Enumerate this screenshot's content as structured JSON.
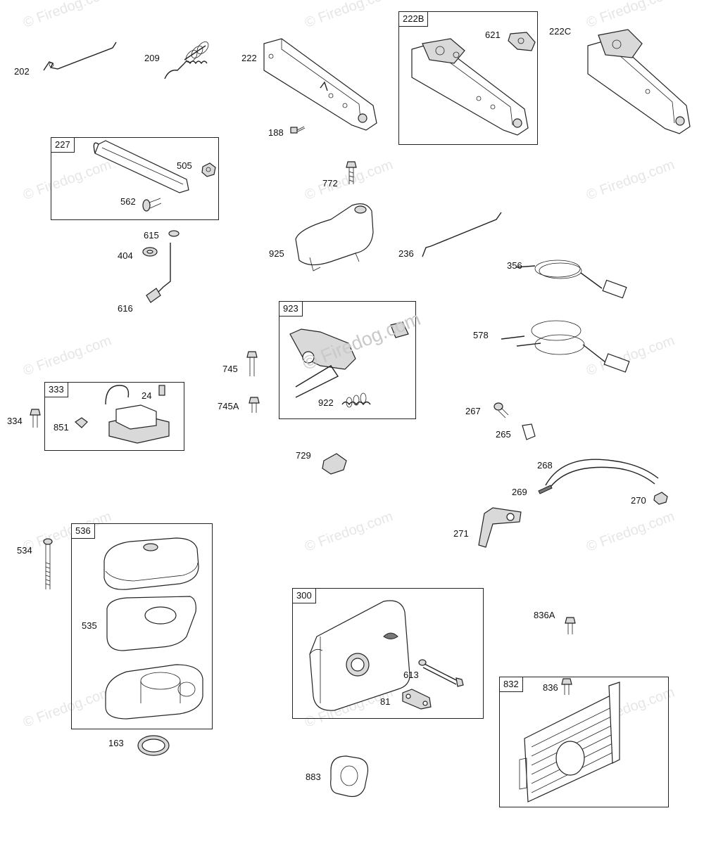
{
  "watermark": {
    "text": "© Firedog.com",
    "center_text": "© Firedog.com"
  },
  "boxes": {
    "b222B": "222B",
    "b227": "227",
    "b923": "923",
    "b333": "333",
    "b536": "536",
    "b300": "300",
    "b832": "832"
  },
  "labels": {
    "l202": "202",
    "l209": "209",
    "l222": "222",
    "l621": "621",
    "l222C": "222C",
    "l188": "188",
    "l505": "505",
    "l562": "562",
    "l772": "772",
    "l615": "615",
    "l404": "404",
    "l925": "925",
    "l236": "236",
    "l356": "356",
    "l616": "616",
    "l578": "578",
    "l745": "745",
    "l745A": "745A",
    "l922": "922",
    "l24": "24",
    "l334": "334",
    "l851": "851",
    "l267": "267",
    "l265": "265",
    "l729": "729",
    "l268": "268",
    "l269": "269",
    "l270": "270",
    "l271": "271",
    "l534": "534",
    "l535": "535",
    "l163": "163",
    "l836A": "836A",
    "l613": "613",
    "l81": "81",
    "l836": "836",
    "l883": "883"
  }
}
